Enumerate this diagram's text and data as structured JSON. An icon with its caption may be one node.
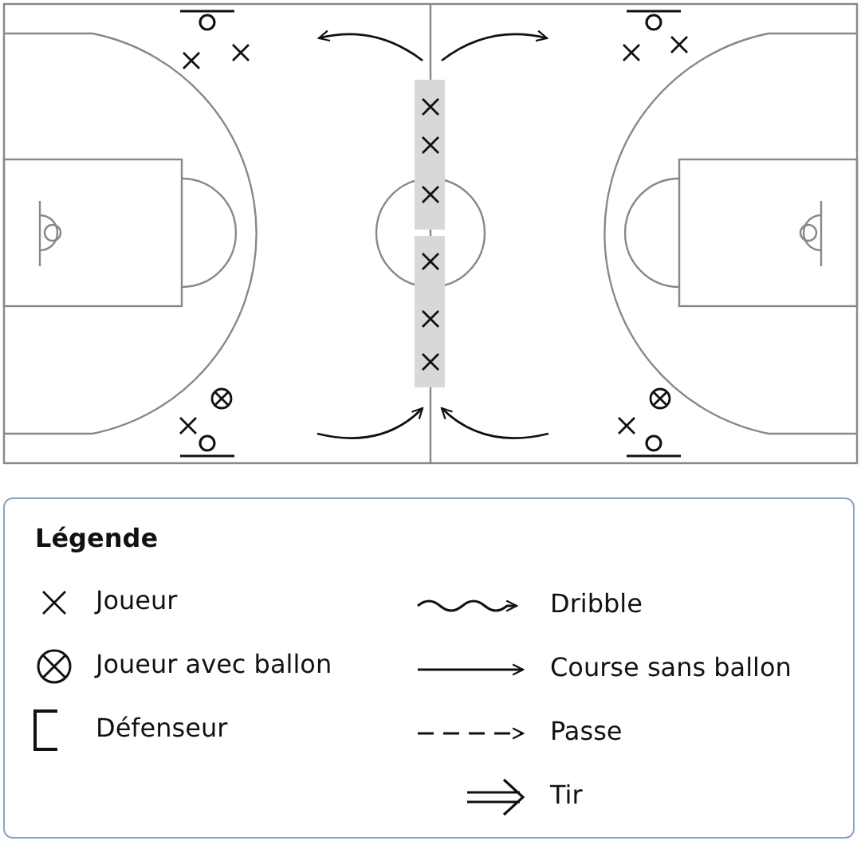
{
  "diagram": {
    "labels": [
      "Légende"
    ],
    "legend": [
      {
        "text": "Joueur"
      },
      {
        "text": "Dribble"
      },
      {
        "text": "Joueur avec ballon"
      },
      {
        "text": "Course sans ballon"
      },
      {
        "text": "Défenseur"
      },
      {
        "text": "Passe"
      },
      {
        "text": "Tir"
      }
    ]
  }
}
